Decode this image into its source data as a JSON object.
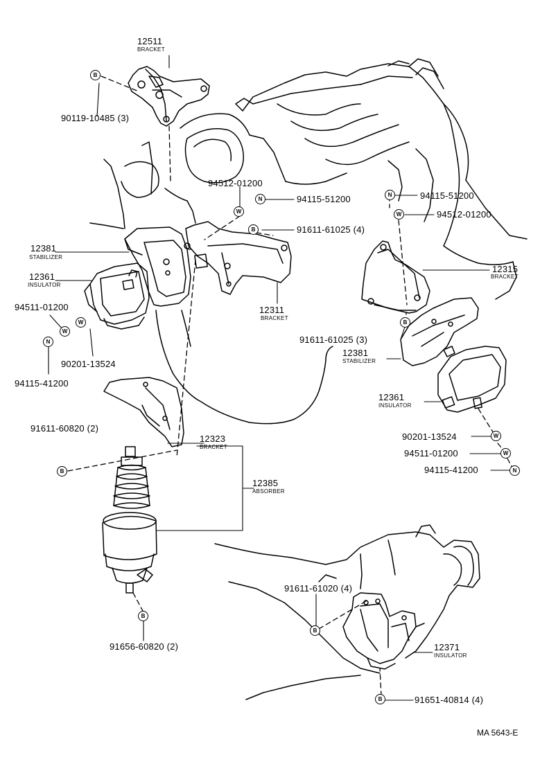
{
  "diagram_code": "MA 5643-E",
  "symbols": {
    "bolt": "B",
    "washer": "W",
    "nut": "N"
  },
  "parts": {
    "p12511": {
      "number": "12511",
      "name": "BRACKET"
    },
    "p12381a": {
      "number": "12381",
      "name": "STABILIZER"
    },
    "p12361a": {
      "number": "12361",
      "name": "INSULATOR"
    },
    "p12311": {
      "number": "12311",
      "name": "BRACKET"
    },
    "p12315": {
      "number": "12315",
      "name": "BRACKET"
    },
    "p12381b": {
      "number": "12381",
      "name": "STABILIZER"
    },
    "p12361b": {
      "number": "12361",
      "name": "INSULATOR"
    },
    "p12323": {
      "number": "12323",
      "name": "BRACKET"
    },
    "p12385": {
      "number": "12385",
      "name": "ABSORBER"
    },
    "p12371": {
      "number": "12371",
      "name": "INSULATOR"
    }
  },
  "fasteners": {
    "f1": "90119-10485 (3)",
    "f2": "94512-01200",
    "f3": "94115-51200",
    "f4": "91611-61025 (4)",
    "f5": "94511-01200",
    "f6": "90201-13524",
    "f7": "94115-41200",
    "f8": "94115-51200",
    "f9": "94512-01200",
    "f10": "91611-61025 (3)",
    "f11": "90201-13524",
    "f12": "94511-01200",
    "f13": "94115-41200",
    "f14": "91611-60820 (2)",
    "f15": "91611-61020 (4)",
    "f16": "91656-60820 (2)",
    "f17": "91651-40814 (4)"
  }
}
